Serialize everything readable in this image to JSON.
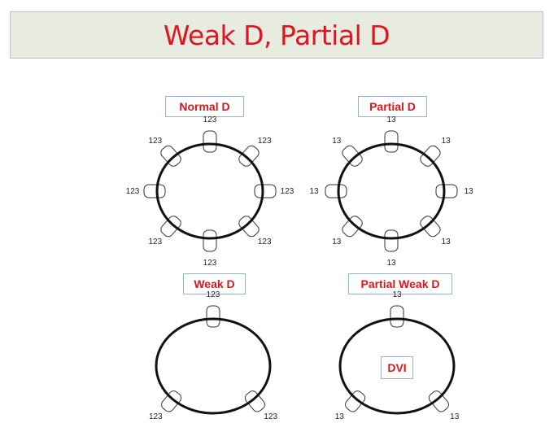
{
  "title": "Weak D, Partial D",
  "colors": {
    "title": "#e0151f",
    "label": "#d8161c",
    "banner_bg": "#e8ebdf",
    "label_border": "#8fb3d9"
  },
  "panels": [
    {
      "label": "Normal D",
      "epitope_label": "123",
      "epitope_count": 8,
      "center_label": ""
    },
    {
      "label": "Partial D",
      "epitope_label": "13",
      "epitope_count": 8,
      "center_label": ""
    },
    {
      "label": "Weak  D",
      "epitope_label": "123",
      "epitope_count": 3,
      "center_label": ""
    },
    {
      "label": "Partial Weak  D",
      "epitope_label": "13",
      "epitope_count": 3,
      "center_label": "DVI"
    }
  ]
}
